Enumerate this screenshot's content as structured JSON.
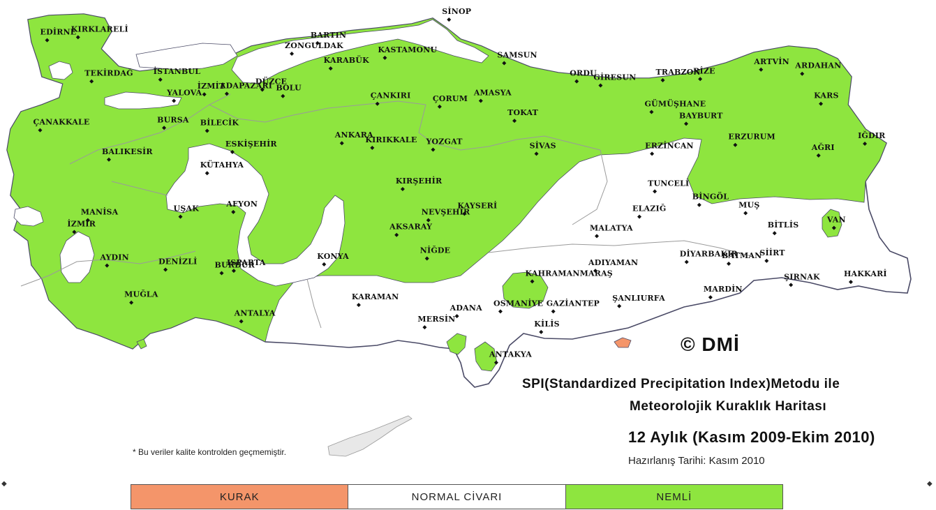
{
  "colors": {
    "kurak": "#f4956a",
    "normal": "#ffffff",
    "nemli": "#8ee53f",
    "border": "#4a4a66",
    "sea": "#ffffff"
  },
  "cities": [
    {
      "name": "KIRKLARELİ",
      "lon": 27.22,
      "lat": 41.73
    },
    {
      "name": "EDİRNE",
      "lon": 26.56,
      "lat": 41.68
    },
    {
      "name": "TEKİRDAĞ",
      "lon": 27.51,
      "lat": 40.98
    },
    {
      "name": "İSTANBUL",
      "lon": 28.98,
      "lat": 41.01
    },
    {
      "name": "SİNOP",
      "lon": 35.15,
      "lat": 42.03
    },
    {
      "name": "BARTIN",
      "lon": 32.34,
      "lat": 41.63
    },
    {
      "name": "ZONGULDAK",
      "lon": 31.79,
      "lat": 41.45
    },
    {
      "name": "KARABÜK",
      "lon": 32.62,
      "lat": 41.2
    },
    {
      "name": "KASTAMONU",
      "lon": 33.78,
      "lat": 41.38
    },
    {
      "name": "SAMSUN",
      "lon": 36.33,
      "lat": 41.29
    },
    {
      "name": "ORDU",
      "lon": 37.88,
      "lat": 40.98
    },
    {
      "name": "GİRESUN",
      "lon": 38.39,
      "lat": 40.91
    },
    {
      "name": "TRABZON",
      "lon": 39.72,
      "lat": 41.0
    },
    {
      "name": "RİZE",
      "lon": 40.52,
      "lat": 41.02
    },
    {
      "name": "ARTVİN",
      "lon": 41.82,
      "lat": 41.18
    },
    {
      "name": "ARDAHAN",
      "lon": 42.7,
      "lat": 41.11
    },
    {
      "name": "KARS",
      "lon": 43.1,
      "lat": 40.6
    },
    {
      "name": "ADAPAZARI",
      "lon": 30.4,
      "lat": 40.77
    },
    {
      "name": "DÜZCE",
      "lon": 31.16,
      "lat": 40.84
    },
    {
      "name": "BOLU",
      "lon": 31.6,
      "lat": 40.73
    },
    {
      "name": "İZMİT",
      "lon": 29.92,
      "lat": 40.76
    },
    {
      "name": "YALOVA",
      "lon": 29.27,
      "lat": 40.65
    },
    {
      "name": "BURSA",
      "lon": 29.06,
      "lat": 40.19
    },
    {
      "name": "BİLECİK",
      "lon": 29.98,
      "lat": 40.14
    },
    {
      "name": "ÇANAKKALE",
      "lon": 26.41,
      "lat": 40.15
    },
    {
      "name": "BALIKESİR",
      "lon": 27.88,
      "lat": 39.65
    },
    {
      "name": "ESKİŞEHİR",
      "lon": 30.52,
      "lat": 39.78
    },
    {
      "name": "ÇANKIRI",
      "lon": 33.62,
      "lat": 40.6
    },
    {
      "name": "ÇORUM",
      "lon": 34.95,
      "lat": 40.55
    },
    {
      "name": "AMASYA",
      "lon": 35.83,
      "lat": 40.65
    },
    {
      "name": "TOKAT",
      "lon": 36.55,
      "lat": 40.31
    },
    {
      "name": "GÜMÜŞHANE",
      "lon": 39.48,
      "lat": 40.46
    },
    {
      "name": "BAYBURT",
      "lon": 40.22,
      "lat": 40.26
    },
    {
      "name": "ERZURUM",
      "lon": 41.27,
      "lat": 39.9
    },
    {
      "name": "AĞRI",
      "lon": 43.05,
      "lat": 39.72
    },
    {
      "name": "IĞDIR",
      "lon": 44.04,
      "lat": 39.92
    },
    {
      "name": "ANKARA",
      "lon": 32.86,
      "lat": 39.93
    },
    {
      "name": "KIRIKKALE",
      "lon": 33.51,
      "lat": 39.85
    },
    {
      "name": "YOZGAT",
      "lon": 34.81,
      "lat": 39.82
    },
    {
      "name": "SİVAS",
      "lon": 37.02,
      "lat": 39.75
    },
    {
      "name": "ERZİNCAN",
      "lon": 39.49,
      "lat": 39.75
    },
    {
      "name": "KÜTAHYA",
      "lon": 29.98,
      "lat": 39.42
    },
    {
      "name": "TUNCELİ",
      "lon": 39.55,
      "lat": 39.11
    },
    {
      "name": "BİNGÖL",
      "lon": 40.5,
      "lat": 38.88
    },
    {
      "name": "MUŞ",
      "lon": 41.49,
      "lat": 38.74
    },
    {
      "name": "VAN",
      "lon": 43.38,
      "lat": 38.49
    },
    {
      "name": "KIRŞEHİR",
      "lon": 34.16,
      "lat": 39.15
    },
    {
      "name": "NEVŞEHİR",
      "lon": 34.71,
      "lat": 38.62
    },
    {
      "name": "KAYSERİ",
      "lon": 35.48,
      "lat": 38.73
    },
    {
      "name": "AKSARAY",
      "lon": 34.03,
      "lat": 38.37
    },
    {
      "name": "NİĞDE",
      "lon": 34.68,
      "lat": 37.97
    },
    {
      "name": "MANİSA",
      "lon": 27.43,
      "lat": 38.62
    },
    {
      "name": "UŞAK",
      "lon": 29.41,
      "lat": 38.68
    },
    {
      "name": "AFYON",
      "lon": 30.54,
      "lat": 38.76
    },
    {
      "name": "İZMİR",
      "lon": 27.14,
      "lat": 38.42
    },
    {
      "name": "AYDIN",
      "lon": 27.84,
      "lat": 37.85
    },
    {
      "name": "DENİZLİ",
      "lon": 29.09,
      "lat": 37.78
    },
    {
      "name": "BURDUR",
      "lon": 30.29,
      "lat": 37.72
    },
    {
      "name": "ISPARTA",
      "lon": 30.55,
      "lat": 37.76
    },
    {
      "name": "MUĞLA",
      "lon": 28.36,
      "lat": 37.22
    },
    {
      "name": "ANTALYA",
      "lon": 30.71,
      "lat": 36.9
    },
    {
      "name": "KONYA",
      "lon": 32.48,
      "lat": 37.87
    },
    {
      "name": "KARAMAN",
      "lon": 33.22,
      "lat": 37.18
    },
    {
      "name": "ELAZIĞ",
      "lon": 39.22,
      "lat": 38.68
    },
    {
      "name": "MALATYA",
      "lon": 38.31,
      "lat": 38.35
    },
    {
      "name": "BİTLİS",
      "lon": 42.11,
      "lat": 38.4
    },
    {
      "name": "SİİRT",
      "lon": 41.94,
      "lat": 37.93
    },
    {
      "name": "DİYARBAKIR",
      "lon": 40.23,
      "lat": 37.91
    },
    {
      "name": "BATMAN",
      "lon": 41.13,
      "lat": 37.88
    },
    {
      "name": "ŞIRNAK",
      "lon": 42.46,
      "lat": 37.52
    },
    {
      "name": "HAKKARİ",
      "lon": 43.74,
      "lat": 37.57
    },
    {
      "name": "ADIYAMAN",
      "lon": 38.28,
      "lat": 37.76
    },
    {
      "name": "KAHRAMANMARAŞ",
      "lon": 36.93,
      "lat": 37.58
    },
    {
      "name": "MARDİN",
      "lon": 40.74,
      "lat": 37.31
    },
    {
      "name": "OSMANİYE",
      "lon": 36.25,
      "lat": 37.07
    },
    {
      "name": "GAZİANTEP",
      "lon": 37.38,
      "lat": 37.07
    },
    {
      "name": "ŞANLIURFA",
      "lon": 38.79,
      "lat": 37.16
    },
    {
      "name": "MERSİN",
      "lon": 34.63,
      "lat": 36.8
    },
    {
      "name": "ADANA",
      "lon": 35.32,
      "lat": 36.99
    },
    {
      "name": "KİLİS",
      "lon": 37.12,
      "lat": 36.72
    },
    {
      "name": "ANTAKYA",
      "lon": 36.16,
      "lat": 36.2
    }
  ],
  "watermark": "© DMİ",
  "title_line1": "SPI(Standardized Precipitation Index)Metodu ile",
  "title_line2": "Meteorolojik Kuraklık Haritası",
  "title_line3": "12 Aylık (Kasım 2009-Ekim 2010)",
  "prepared_date": "Hazırlanış Tarihi: Kasım 2010",
  "footnote": "* Bu veriler kalite kontrolden geçmemiştir.",
  "legend": [
    {
      "label": "KURAK",
      "color": "#f4956a"
    },
    {
      "label": "NORMAL CİVARI",
      "color": "#ffffff"
    },
    {
      "label": "NEMLİ",
      "color": "#8ee53f"
    }
  ]
}
